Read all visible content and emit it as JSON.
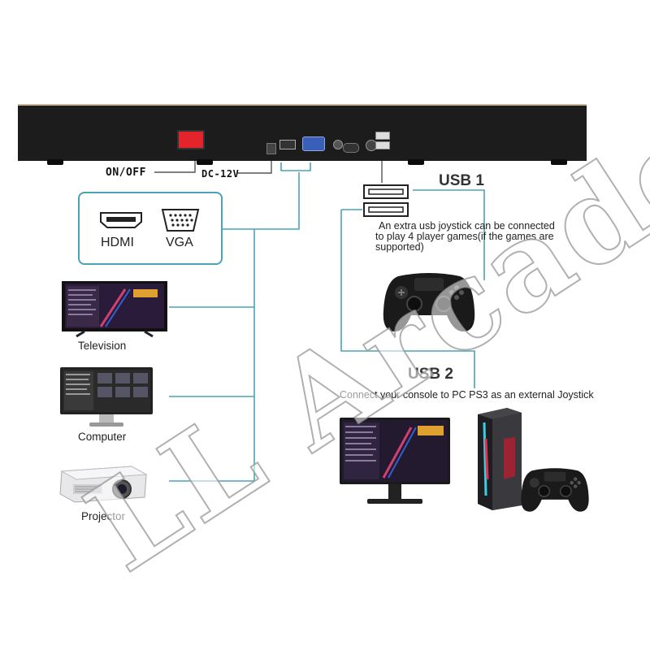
{
  "labels": {
    "on_off": "ON/OFF",
    "dc": "DC-12V",
    "usb1": "USB 1",
    "usb1_desc_line1": "An extra usb joystick can be connected",
    "usb1_desc_line2": "to play 4 player games(if the games are",
    "usb1_desc_line3": "supported)",
    "usb2": "USB 2",
    "usb2_desc": "Connect your console to PC PS3 as an external Joystick",
    "hdmi": "HDMI",
    "vga": "VGA",
    "television": "Television",
    "computer": "Computer",
    "projector": "Projector"
  },
  "watermark": "LL Arcade",
  "colors": {
    "wire": "#4aa3b5",
    "console_body": "#1c1c1c",
    "switch_red": "#e3242b",
    "vga_blue": "#3a5fb8"
  },
  "icons": [
    "hdmi-port-icon",
    "vga-port-icon",
    "usb-port-icon",
    "gamepad-icon",
    "television-icon",
    "computer-monitor-icon",
    "projector-icon",
    "pc-tower-icon"
  ]
}
